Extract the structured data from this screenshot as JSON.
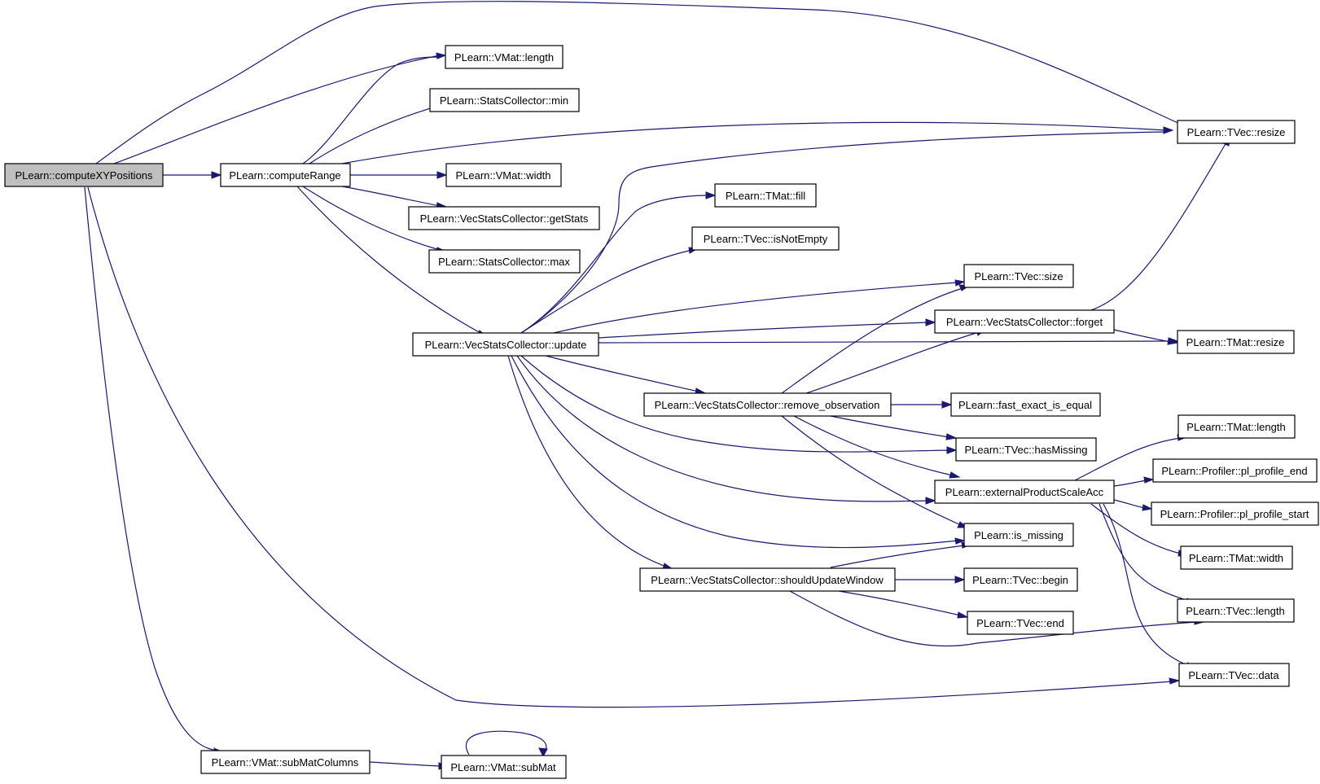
{
  "colors": {
    "edge": "#191970",
    "root_fill": "#bfbfbf",
    "node_fill": "#ffffff",
    "node_stroke": "#000000"
  },
  "nodes": {
    "computeXYPositions": "PLearn::computeXYPositions",
    "vmat_length": "PLearn::VMat::length",
    "sc_min": "PLearn::StatsCollector::min",
    "tvec_resize": "PLearn::TVec::resize",
    "computeRange": "PLearn::computeRange",
    "vmat_width": "PLearn::VMat::width",
    "vsc_getStats": "PLearn::VecStatsCollector::getStats",
    "sc_max": "PLearn::StatsCollector::max",
    "tmat_fill": "PLearn::TMat::fill",
    "tvec_isNotEmpty": "PLearn::TVec::isNotEmpty",
    "tvec_size": "PLearn::TVec::size",
    "vsc_update": "PLearn::VecStatsCollector::update",
    "vsc_forget": "PLearn::VecStatsCollector::forget",
    "tmat_resize": "PLearn::TMat::resize",
    "vsc_remove_observation": "PLearn::VecStatsCollector::remove_observation",
    "fast_exact_is_equal": "PLearn::fast_exact_is_equal",
    "tmat_length": "PLearn::TMat::length",
    "tvec_hasMissing": "PLearn::TVec::hasMissing",
    "externalProductScaleAcc": "PLearn::externalProductScaleAcc",
    "pl_profile_end": "PLearn::Profiler::pl_profile_end",
    "pl_profile_start": "PLearn::Profiler::pl_profile_start",
    "is_missing": "PLearn::is_missing",
    "tmat_width": "PLearn::TMat::width",
    "vsc_shouldUpdateWindow": "PLearn::VecStatsCollector::shouldUpdateWindow",
    "tvec_begin": "PLearn::TVec::begin",
    "tvec_length": "PLearn::TVec::length",
    "tvec_end": "PLearn::TVec::end",
    "tvec_data": "PLearn::TVec::data",
    "vmat_subMatColumns": "PLearn::VMat::subMatColumns",
    "vmat_subMat": "PLearn::VMat::subMat"
  }
}
